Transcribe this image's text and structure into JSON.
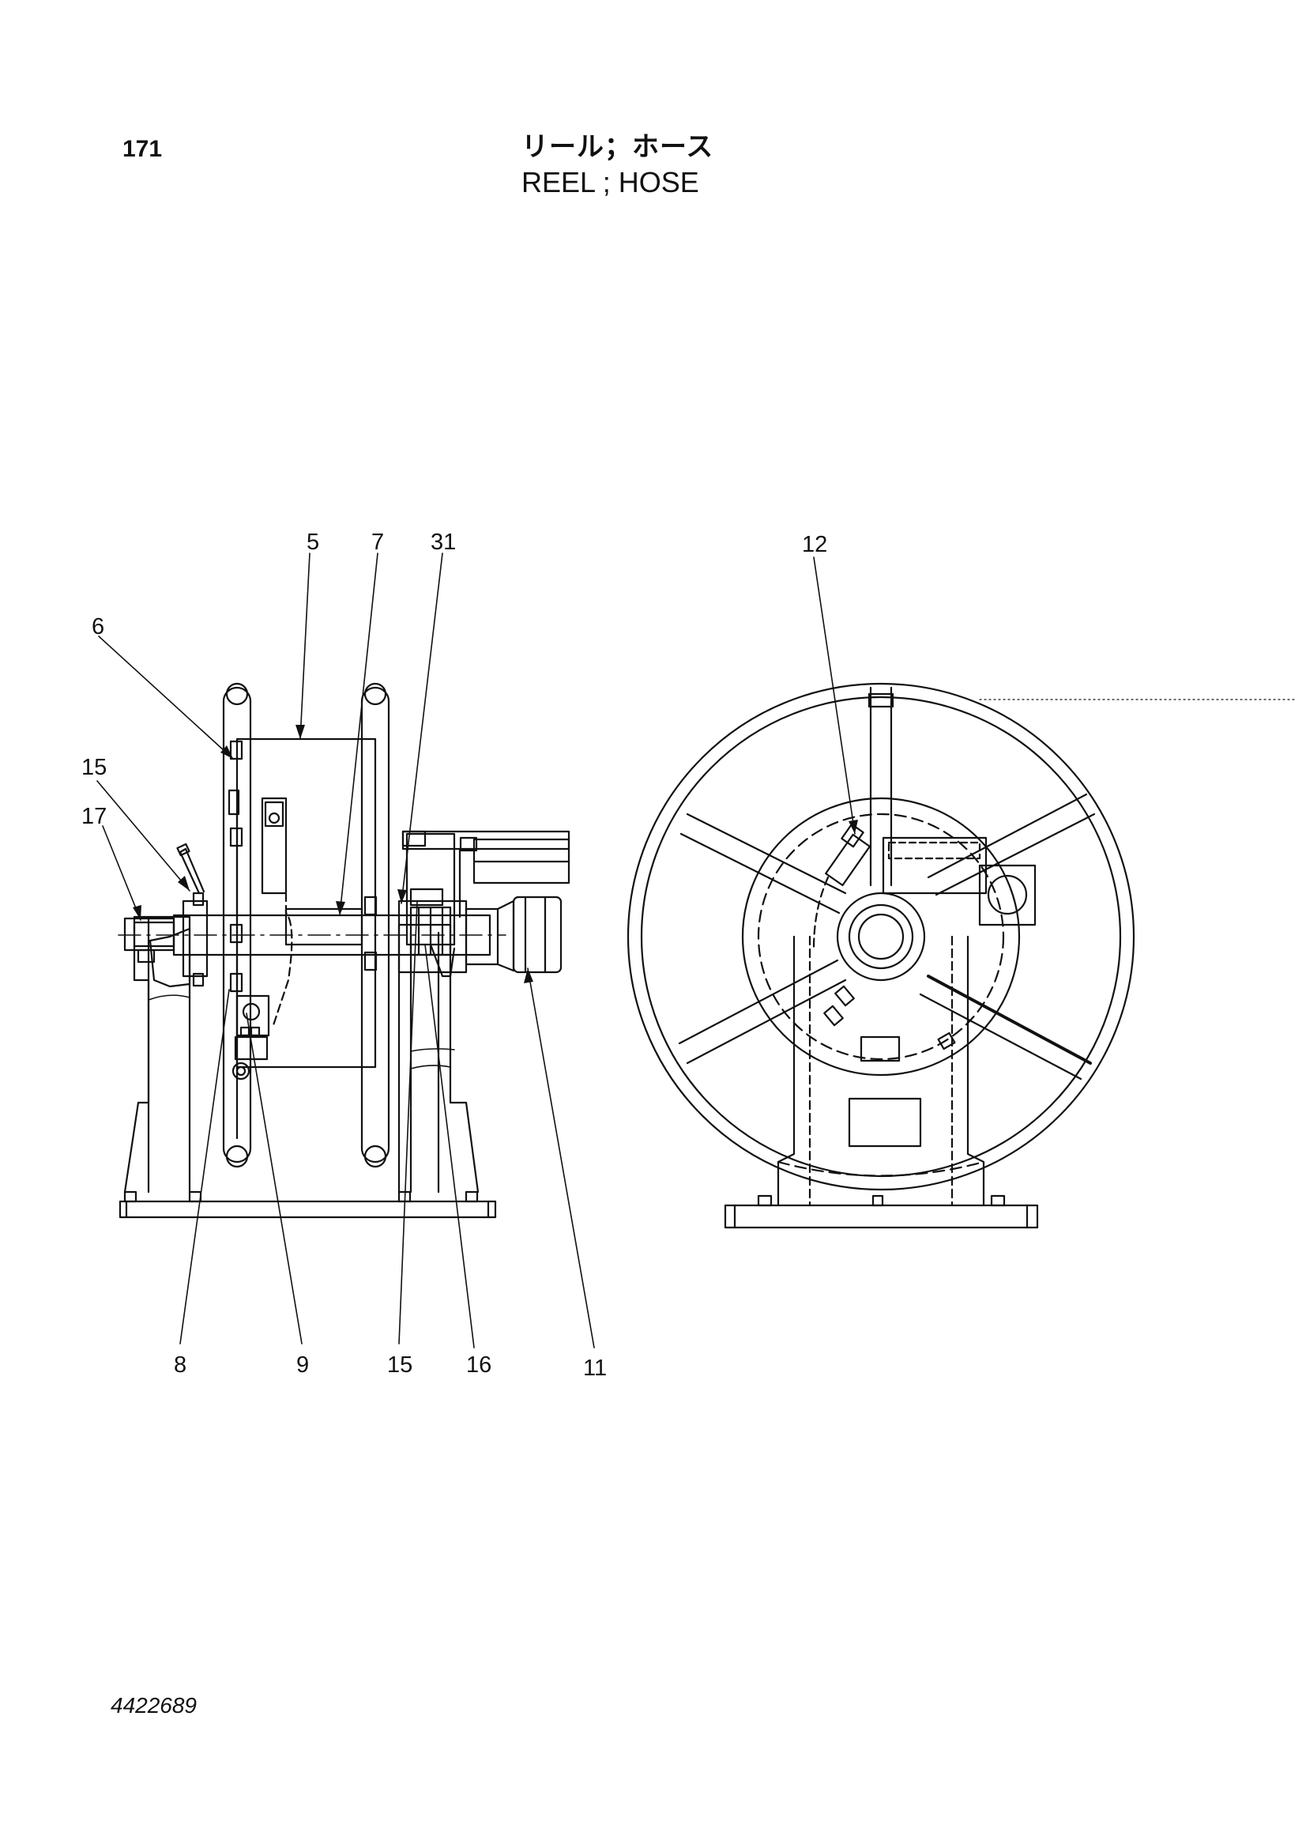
{
  "page_number": "171",
  "title_jp": "リール；ホース",
  "title_en": "REEL ; HOSE",
  "document_number": "4422689",
  "callouts": {
    "c5": "5",
    "c7": "7",
    "c31": "31",
    "c6": "6",
    "c15_top": "15",
    "c17": "17",
    "c8": "8",
    "c9": "9",
    "c15_bottom": "15",
    "c16": "16",
    "c11": "11",
    "c12": "12"
  }
}
